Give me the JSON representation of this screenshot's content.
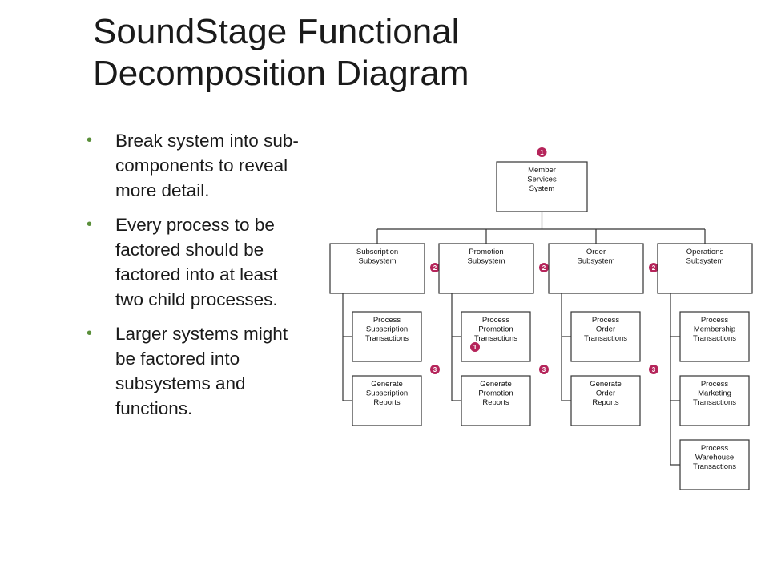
{
  "slide": {
    "title_line1": "SoundStage Functional",
    "title_line2": "Decomposition Diagram",
    "bullets": [
      "Break system into sub-components to reveal more detail.",
      "Every process to be factored should be factored into at least two child processes.",
      "Larger systems might be factored into subsystems and functions."
    ],
    "bullet_glyph": "•",
    "bullet_color": "#5a8f3a"
  },
  "diagram": {
    "root": {
      "lines": [
        "Member",
        "Services",
        "System"
      ],
      "badge": "1"
    },
    "subsystems": [
      {
        "lines": [
          "Subscription",
          "Subsystem"
        ],
        "badge": "2",
        "children": [
          {
            "lines": [
              "Process",
              "Subscription",
              "Transactions"
            ]
          },
          {
            "lines": [
              "Generate",
              "Subscription",
              "Reports"
            ]
          }
        ],
        "child_badge": "3"
      },
      {
        "lines": [
          "Promotion",
          "Subsystem"
        ],
        "badge": "2",
        "children": [
          {
            "lines": [
              "Process",
              "Promotion",
              "Transactions"
            ],
            "badge": "1"
          },
          {
            "lines": [
              "Generate",
              "Promotion",
              "Reports"
            ]
          }
        ],
        "child_badge": "3"
      },
      {
        "lines": [
          "Order",
          "Subsystem"
        ],
        "badge": "2",
        "children": [
          {
            "lines": [
              "Process",
              "Order",
              "Transactions"
            ]
          },
          {
            "lines": [
              "Generate",
              "Order",
              "Reports"
            ]
          }
        ],
        "child_badge": "3"
      },
      {
        "lines": [
          "Operations",
          "Subsystem"
        ],
        "children": [
          {
            "lines": [
              "Process",
              "Membership",
              "Transactions"
            ]
          },
          {
            "lines": [
              "Process",
              "Marketing",
              "Transactions"
            ]
          },
          {
            "lines": [
              "Process",
              "Warehouse",
              "Transactions"
            ]
          }
        ]
      }
    ],
    "badge_color": "#b5245a"
  }
}
